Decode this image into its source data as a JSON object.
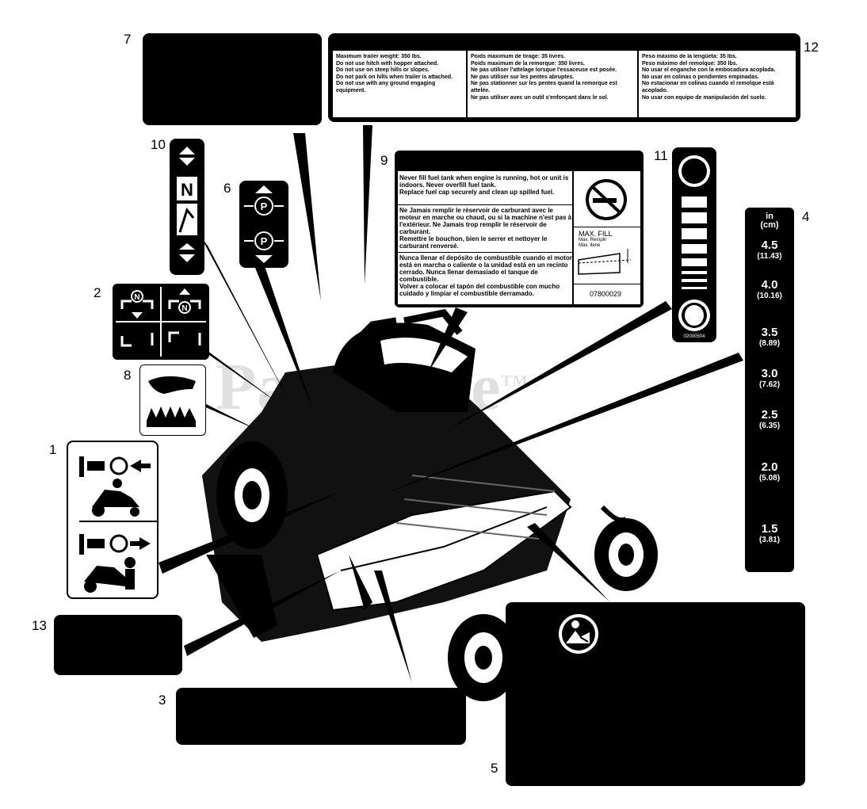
{
  "watermark": "PartsTree",
  "watermark_tm": "TM",
  "callouts": [
    "1",
    "2",
    "3",
    "4",
    "5",
    "6",
    "7",
    "8",
    "9",
    "10",
    "11",
    "12",
    "13"
  ],
  "decal12": {
    "col1": [
      "Maximum trailer weight: 350 lbs.",
      "Do not use hitch with hopper attached.",
      "Do not use on steep hills or slopes.",
      "Do not park on hills when trailer is attached.",
      "Do not use with any ground engaging equipment."
    ],
    "col2": [
      "Poids maximum de tirage: 35 livres.",
      "Poids maximum de la remorque: 350 livres.",
      "Ne pas utiliser l'attelage lorsque l'essaceuse est posée.",
      "Ne pas utiliser sur les pentes abruptes.",
      "Ne pas stationner sur les pentes quand la remorque est attelée.",
      "Ne pas utiliser avec un outil s'enfonçant dans le sol."
    ],
    "col3": [
      "Peso máximo de la lengüeta: 35 lbs.",
      "Peso máximo del remolque: 350 lbs.",
      "No usar el enganche con la embocadura acoplada.",
      "No usar en colinas o pendientes empinadas.",
      "No estacionar en colinas cuando el remolque está acoplado.",
      "No usar con equipo de manipulación del suelo."
    ]
  },
  "decal9": {
    "en": [
      "Never fill fuel tank when engine is running, hot or unit is indoors. Never overfill fuel tank.",
      "Replace fuel cap securely and clean up spilled fuel."
    ],
    "fr": [
      "Ne Jamais remplir le réservoir de carburant avec le moteur en marche ou chaud, ou si la machine n'est pas à l'extérieur. Ne Jamais trop remplir le réservoir de carburant.",
      "Remettre le bouchon, bien le serrer et nettoyer le carburant renversé."
    ],
    "es": [
      "Nunca llenar el depósito de combustible cuando el motor está en marcha o caliente o la unidad está en un recinto cerrado. Nunca llenar demasiado el tanque de combustible.",
      "Volver a colocar el tapón del combustible con mucho cuidado y limpiar el combustible derramado."
    ],
    "max_fill": "MAX. FILL",
    "max_fill_fr": "Max. Remplir",
    "max_fill_es": "Máx. llene",
    "part_number": "07800029"
  },
  "decal11": {
    "part_number": "02000504"
  },
  "decal4": {
    "unit": "in",
    "unit2": "(cm)",
    "values": [
      {
        "in": "4.5",
        "cm": "(11.43)"
      },
      {
        "in": "4.0",
        "cm": "(10.16)"
      },
      {
        "in": "3.5",
        "cm": "(8.89)"
      },
      {
        "in": "3.0",
        "cm": "(7.62)"
      },
      {
        "in": "2.5",
        "cm": "(6.35)"
      },
      {
        "in": "2.0",
        "cm": "(5.08)"
      },
      {
        "in": "1.5",
        "cm": "(3.81)"
      }
    ]
  },
  "decal10": {
    "label": "N"
  },
  "decal2": {
    "label": "N"
  },
  "decal6": {
    "label": "P"
  }
}
